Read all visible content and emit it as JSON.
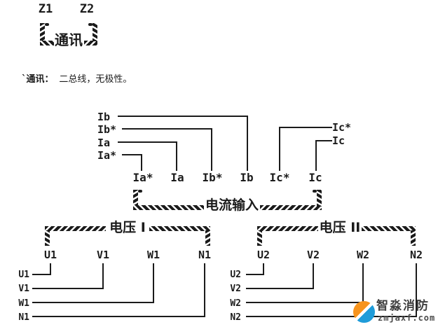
{
  "colors": {
    "ink": "#1b1b1b",
    "background": "#ffffff",
    "brand_orange": "#f7941d",
    "brand_blue": "#1f9cd9",
    "brand_text": "#3f3f3f"
  },
  "comm": {
    "terminal_z1": "Z1",
    "terminal_z2": "Z2",
    "bracket_label": "通讯",
    "note_label": "`通讯：",
    "note_text": "二总线，无极性。"
  },
  "current": {
    "bracket_label": "电流输入",
    "feeds_left": [
      "Ib",
      "Ib*",
      "Ia",
      "Ia*"
    ],
    "feeds_right": [
      "Ic*",
      "Ic"
    ],
    "terminals": [
      "Ia*",
      "Ia",
      "Ib*",
      "Ib",
      "Ic*",
      "Ic"
    ]
  },
  "voltage1": {
    "bracket_label": "电压 I",
    "terminals": [
      "U1",
      "V1",
      "W1",
      "N1"
    ],
    "feeds": [
      "U1",
      "V1",
      "W1",
      "N1"
    ]
  },
  "voltage2": {
    "bracket_label": "电压 II",
    "terminals": [
      "U2",
      "V2",
      "W2",
      "N2"
    ],
    "feeds": [
      "U2",
      "V2",
      "W2",
      "N2"
    ]
  },
  "watermark": {
    "brand": "智淼消防",
    "site": "zmjaxf.com"
  }
}
